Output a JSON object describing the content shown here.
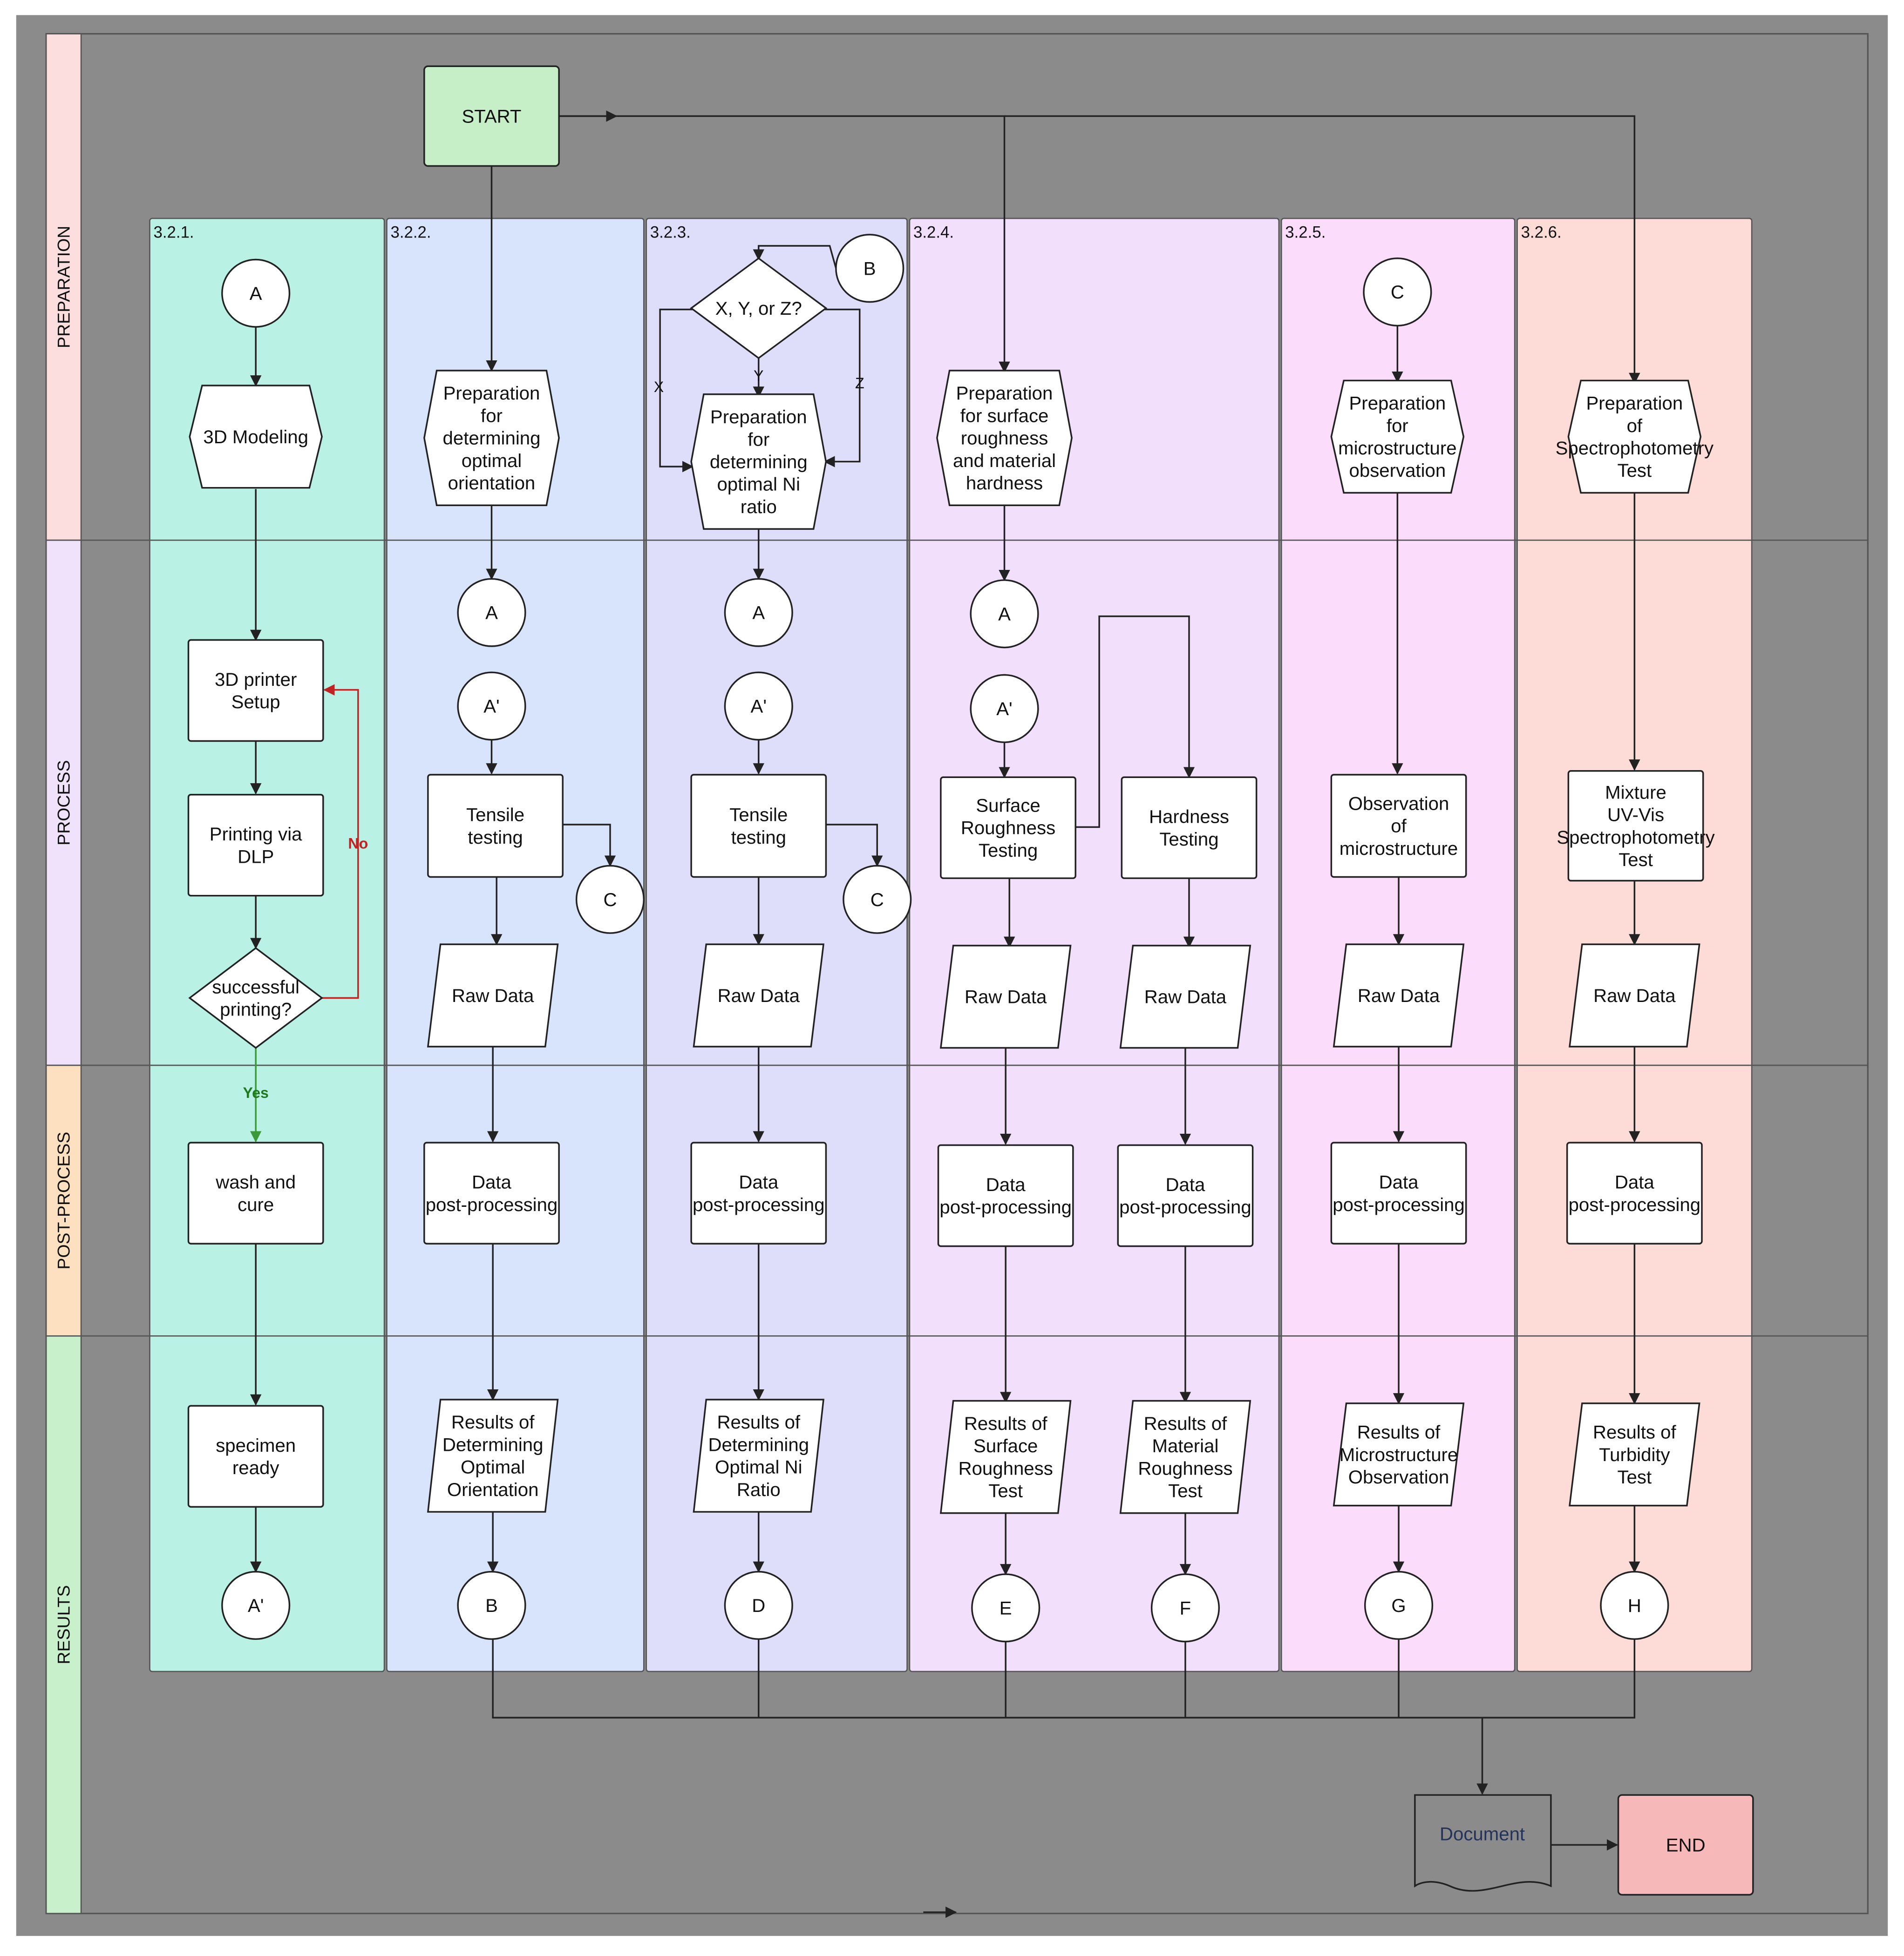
{
  "colors": {
    "page_bg": "#ffffff",
    "canvas_bg": "#8b8b8b",
    "stroke": "#222222",
    "red_arrow": "#c22222",
    "green_arrow": "#3a9a3a",
    "start_fill": "#c6efc8",
    "end_fill": "#f7b8b9",
    "preparation": "#fcdede",
    "process": "#f1e2fb",
    "post_process": "#fde0c0",
    "results": "#c7f0cb",
    "col1": "#b9f2e4",
    "col2": "#d8e4fc",
    "col3": "#dedefb",
    "col4": "#f1dffc",
    "col5": "#fbdcfa",
    "col6": "#fddcd8",
    "shape_fill": "#ffffff"
  },
  "lanes": [
    "PREPARATION",
    "PROCESS",
    "POST-PROCESS",
    "RESULTS"
  ],
  "sections": [
    "3.2.1.",
    "3.2.2.",
    "3.2.3.",
    "3.2.4.",
    "3.2.5.",
    "3.2.6."
  ],
  "terminals": {
    "start": "START",
    "end": "END"
  },
  "document": "Document",
  "edge_labels": {
    "yes": "Yes",
    "no": "No",
    "x": "X",
    "y": "Y",
    "z": "Z"
  },
  "col1": {
    "connector_top": "A",
    "prep": [
      "3D Modeling"
    ],
    "setup": [
      "3D printer",
      "Setup"
    ],
    "print": [
      "Printing via",
      "DLP"
    ],
    "decision": [
      "successful",
      "printing?"
    ],
    "post": [
      "wash and",
      "cure"
    ],
    "result": [
      "specimen",
      "ready"
    ],
    "connector_bottom": "A'"
  },
  "col2": {
    "prep": [
      "Preparation",
      "for",
      "determining",
      "optimal",
      "orientation"
    ],
    "connector_a": "A",
    "connector_a2": "A'",
    "test": [
      "Tensile",
      "testing"
    ],
    "connector_c": "C",
    "raw": "Raw Data",
    "post": [
      "Data",
      "post-processing"
    ],
    "result": [
      "Results of",
      "Determining",
      "Optimal",
      "Orientation"
    ],
    "connector_out": "B"
  },
  "col3": {
    "connector_b": "B",
    "decision": "X, Y, or Z?",
    "prep": [
      "Preparation",
      "for",
      "determining",
      "optimal Ni",
      "ratio"
    ],
    "connector_a": "A",
    "connector_a2": "A'",
    "test": [
      "Tensile",
      "testing"
    ],
    "connector_c": "C",
    "raw": "Raw Data",
    "post": [
      "Data",
      "post-processing"
    ],
    "result": [
      "Results of",
      "Determining",
      "Optimal Ni",
      "Ratio"
    ],
    "connector_out": "D"
  },
  "col4": {
    "prep": [
      "Preparation",
      "for surface",
      "roughness",
      "and material",
      "hardness"
    ],
    "connector_a": "A",
    "connector_a2": "A'",
    "test_surface": [
      "Surface",
      "Roughness",
      "Testing"
    ],
    "test_hardness": [
      "Hardness",
      "Testing"
    ],
    "raw_surface": "Raw Data",
    "raw_hardness": "Raw Data",
    "post_surface": [
      "Data",
      "post-processing"
    ],
    "post_hardness": [
      "Data",
      "post-processing"
    ],
    "result_surface": [
      "Results of",
      "Surface",
      "Roughness",
      "Test"
    ],
    "result_hardness": [
      "Results of",
      "Material",
      "Roughness",
      "Test"
    ],
    "connector_e": "E",
    "connector_f": "F"
  },
  "col5": {
    "connector_top": "C",
    "prep": [
      "Preparation",
      "for",
      "microstructure",
      "observation"
    ],
    "test": [
      "Observation",
      "of",
      "microstructure"
    ],
    "raw": "Raw Data",
    "post": [
      "Data",
      "post-processing"
    ],
    "result": [
      "Results of",
      "Microstructure",
      "Observation"
    ],
    "connector_out": "G"
  },
  "col6": {
    "prep": [
      "Preparation",
      "of",
      "Spectrophotometry",
      "Test"
    ],
    "test": [
      "Mixture",
      "UV-Vis",
      "Spectrophotometry",
      "Test"
    ],
    "raw": "Raw Data",
    "post": [
      "Data",
      "post-processing"
    ],
    "result": [
      "Results of",
      "Turbidity",
      "Test"
    ],
    "connector_out": "H"
  }
}
